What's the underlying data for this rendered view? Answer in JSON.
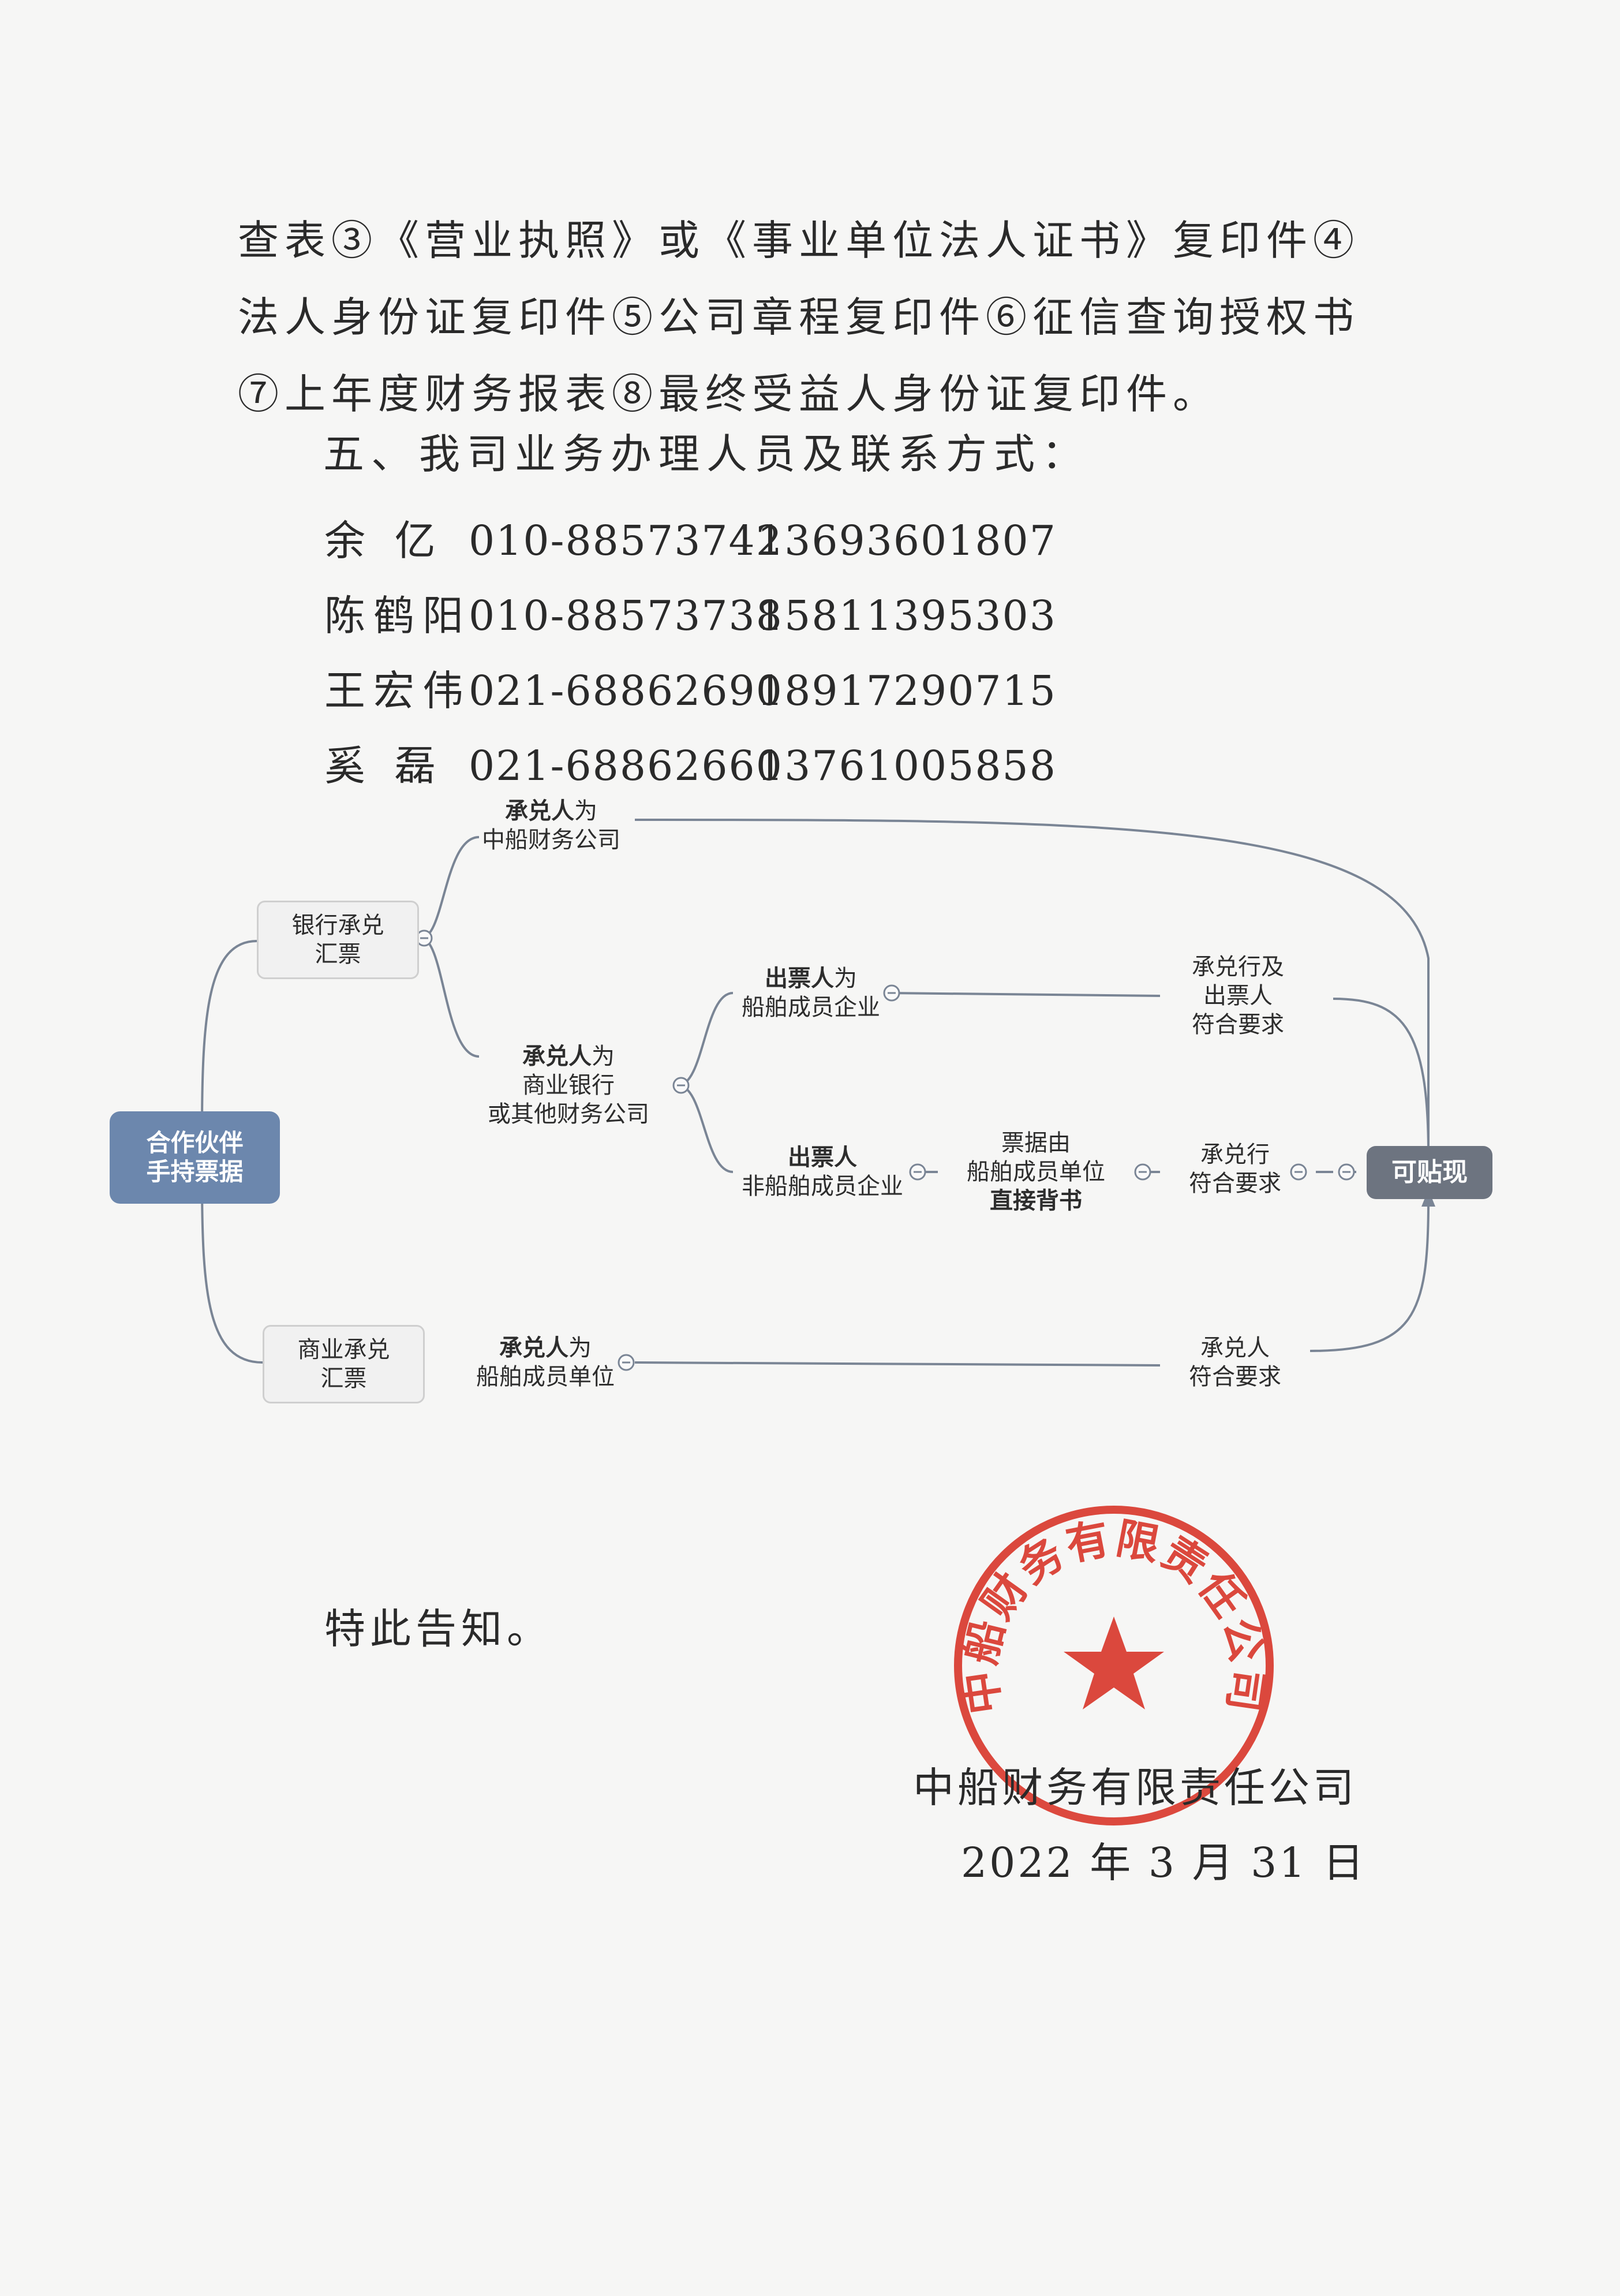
{
  "body": {
    "para1": "查表③《营业执照》或《事业单位法人证书》复印件④法人身份证复印件⑤公司章程复印件⑥征信查询授权书⑦上年度财务报表⑧最终受益人身份证复印件。",
    "heading5": "五、我司业务办理人员及联系方式：",
    "contacts": [
      {
        "name": "余 亿",
        "tel1": "010-88573742",
        "tel2": "13693601807"
      },
      {
        "name": "陈鹤阳",
        "tel1": "010-88573738",
        "tel2": "15811395303"
      },
      {
        "name": "王宏伟",
        "tel1": "021-68862690",
        "tel2": "18917290715"
      },
      {
        "name": "奚 磊",
        "tel1": "021-68862660",
        "tel2": "13761005858"
      }
    ],
    "closing": "特此告知。",
    "company": "中船财务有限责任公司",
    "date": "2022 年 3 月 31 日"
  },
  "diagram": {
    "root": [
      "合作伙伴",
      "手持票据"
    ],
    "bank_bill": [
      "银行承兑",
      "汇票"
    ],
    "commercial_bill": [
      "商业承兑",
      "汇票"
    ],
    "n_cssc_acceptor": {
      "bold": "承兑人",
      "rest": "为",
      "line2": "中船财务公司"
    },
    "n_bank_acceptor": {
      "bold": "承兑人",
      "rest": "为",
      "line2": "商业银行",
      "line3": "或其他财务公司"
    },
    "n_drawer_member": {
      "bold": "出票人",
      "rest": "为",
      "line2": "船舶成员企业"
    },
    "n_drawer_nonmember": {
      "bold": "出票人",
      "line2": "非船舶成员企业"
    },
    "n_endorse": {
      "line1": "票据由",
      "line2": "船舶成员单位",
      "bold3": "直接背书"
    },
    "n_req1": [
      "承兑行及",
      "出票人",
      "符合要求"
    ],
    "n_req2": [
      "承兑行",
      "符合要求"
    ],
    "n_comm_acceptor": {
      "bold": "承兑人",
      "rest": "为",
      "line2": "船舶成员单位"
    },
    "n_req3": [
      "承兑人",
      "符合要求"
    ],
    "target": "可贴现"
  },
  "seal": {
    "text": "中船财务有限责任公司",
    "color": "#d93a2e"
  }
}
